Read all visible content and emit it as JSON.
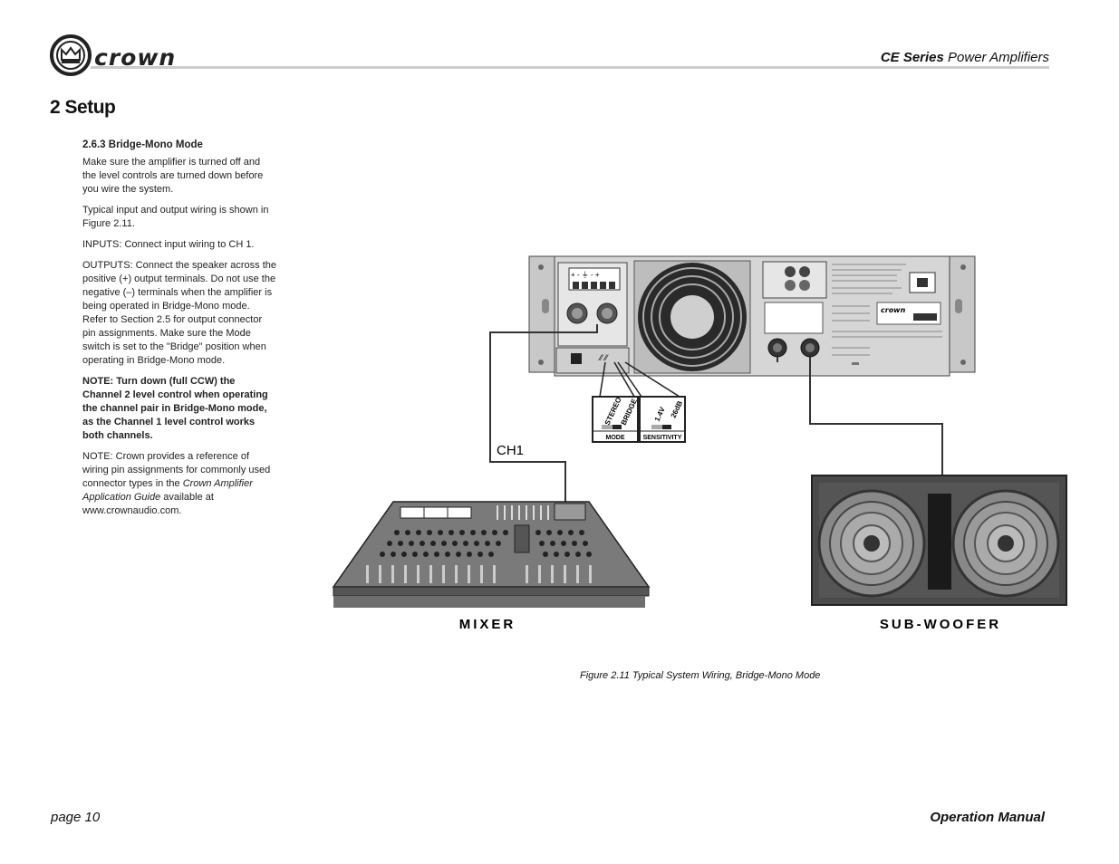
{
  "header": {
    "brand": "crown",
    "series_bold": "CE Series",
    "series_rest": " Power Amplifiers"
  },
  "section": {
    "title": "2 Setup"
  },
  "content": {
    "heading": "2.6.3 Bridge-Mono Mode",
    "p1": "Make sure the amplifier is turned off and the level controls are turned down before you wire the system.",
    "p2": "Typical input and output wiring is shown in Figure 2.11.",
    "p3": "INPUTS: Connect input wiring to CH 1.",
    "p4": "OUTPUTS: Connect the speaker across the positive (+) output terminals. Do not use the negative (–) terminals when the amplifier is being operated in Bridge-Mono mode. Refer to Section 2.5 for output connector pin assignments. Make sure the Mode switch is set to the \"Bridge\" position when operating in Bridge-Mono mode.",
    "note1": "NOTE: Turn down (full CCW) the Channel 2 level control when operating the channel pair in Bridge-Mono mode, as the Channel 1 level control works both channels.",
    "note2_a": "NOTE: Crown provides a reference of wiring pin assignments for commonly used connector types in the ",
    "note2_italic": "Crown Amplifier Application Guide",
    "note2_b": " available at www.crownaudio.com."
  },
  "figure": {
    "ch1_label": "CH1",
    "mixer_label": "MIXER",
    "subwoofer_label": "SUB-WOOFER",
    "mode_label": "MODE",
    "mode_opt1": "STEREO",
    "mode_opt2": "BRIDGE",
    "sens_label": "SENSITIVITY",
    "sens_opt1": "1.4V",
    "sens_opt2": "26dB",
    "caption": "Figure 2.11  Typical System Wiring, Bridge-Mono Mode"
  },
  "footer": {
    "page": "page 10",
    "manual": "Operation Manual"
  }
}
